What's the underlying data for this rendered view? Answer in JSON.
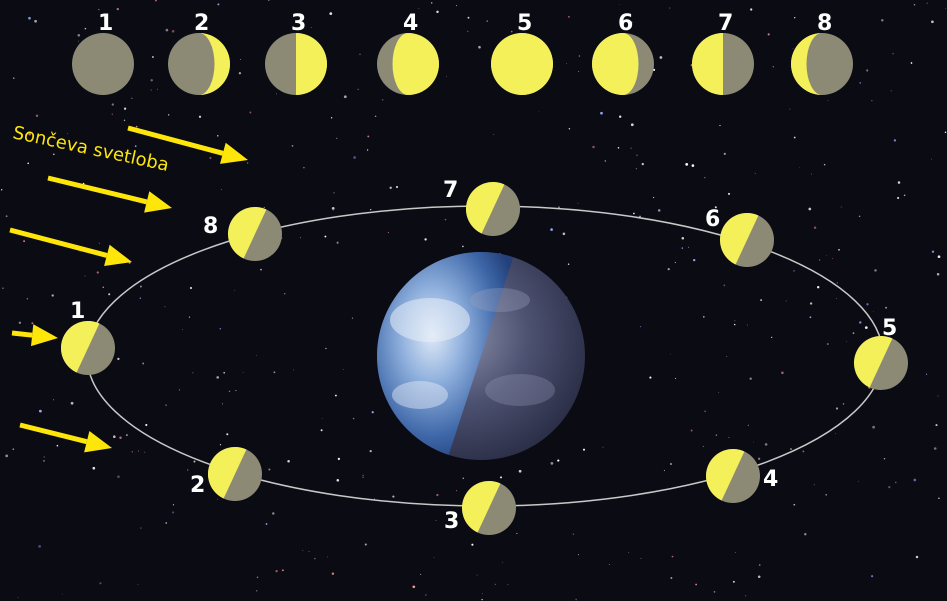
{
  "sunlight_label": "Sončeva svetloba",
  "colors": {
    "space": "#0b0b14",
    "lit": "#f4f05a",
    "dark": "#8c8a74",
    "arrow": "#ffe60a",
    "orbit": "#c8c8c8",
    "earth_lit": "#5f86c2",
    "earth_dark": "#4a4d66"
  },
  "top_phases": [
    {
      "label": "1",
      "lit_fraction": 0.0,
      "lit_side": "right"
    },
    {
      "label": "2",
      "lit_fraction": 0.25,
      "lit_side": "right"
    },
    {
      "label": "3",
      "lit_fraction": 0.5,
      "lit_side": "right"
    },
    {
      "label": "4",
      "lit_fraction": 0.75,
      "lit_side": "right"
    },
    {
      "label": "5",
      "lit_fraction": 1.0,
      "lit_side": "right"
    },
    {
      "label": "6",
      "lit_fraction": 0.75,
      "lit_side": "left"
    },
    {
      "label": "7",
      "lit_fraction": 0.5,
      "lit_side": "left"
    },
    {
      "label": "8",
      "lit_fraction": 0.25,
      "lit_side": "left"
    }
  ],
  "orbit_moons": [
    {
      "label": "1"
    },
    {
      "label": "2"
    },
    {
      "label": "3"
    },
    {
      "label": "4"
    },
    {
      "label": "5"
    },
    {
      "label": "6"
    },
    {
      "label": "7"
    },
    {
      "label": "8"
    }
  ],
  "earth": {
    "icon": "earth-globe-icon"
  }
}
